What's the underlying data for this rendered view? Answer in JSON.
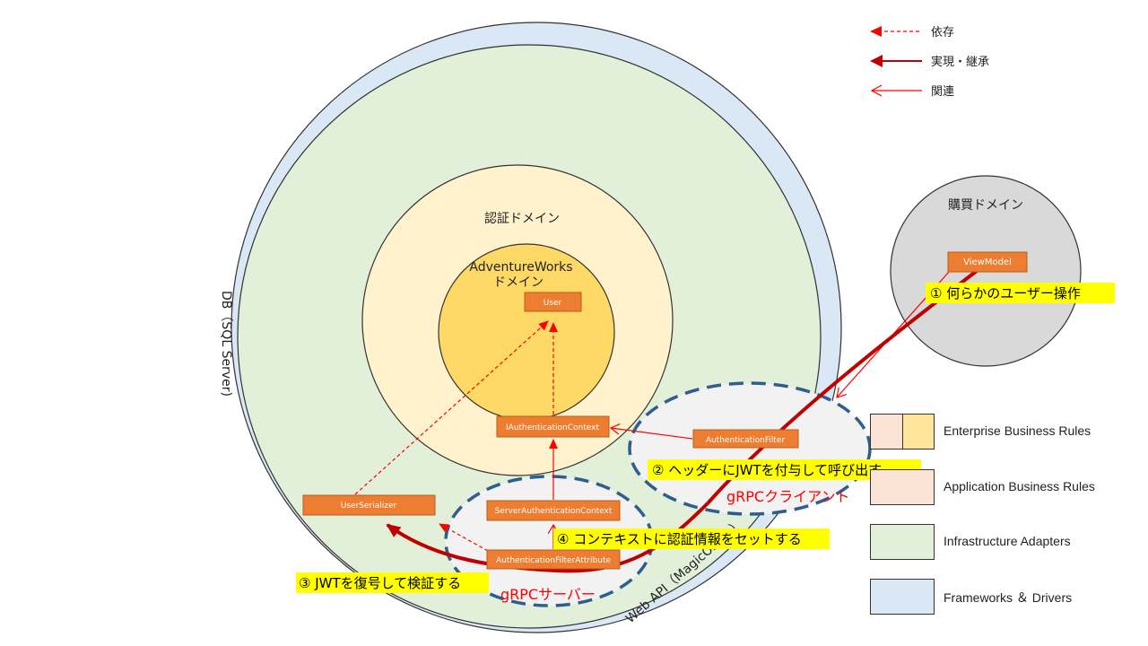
{
  "legend_top": {
    "dependency": "依存",
    "realization": "実現・継承",
    "association": "関連"
  },
  "layers": {
    "frameworks": "DB（SQL Server)",
    "webapi": "Web API（MagicOnion）"
  },
  "domains": {
    "auth": "認証ドメイン",
    "adventureworks_line1": "AdventureWorks",
    "adventureworks_line2": "ドメイン",
    "purchase": "購買ドメイン"
  },
  "boxes": {
    "user": "User",
    "iauth": "IAuthenticationContext",
    "authfilter": "AuthenticationFilter",
    "serverauth": "ServerAuthenticationContext",
    "authfilterattr": "AuthenticationFilterAttribute",
    "userserializer": "UserSerializer",
    "viewmodel": "ViewModel"
  },
  "zones": {
    "grpc_client": "gRPCクライアント",
    "grpc_server": "gRPCサーバー"
  },
  "steps": {
    "s1": "① 何らかのユーザー操作",
    "s2": "② ヘッダーにJWTを付与して呼び出す",
    "s3": "③ JWTを復号して検証する",
    "s4": "④ コンテキストに認証情報をセットする"
  },
  "legend_layers": {
    "enterprise": "Enterprise Business Rules",
    "application": "Application Business Rules",
    "infrastructure": "Infrastructure Adapters",
    "frameworks": "Frameworks ＆ Drivers"
  },
  "colors": {
    "frameworks_fill": "#dae8f5",
    "infra_fill": "#e2efd9",
    "app_fill": "#fff2cc",
    "enterprise_fill": "#ffd966",
    "box_fill": "#ed7d31",
    "arrow_red": "#ff0000",
    "flow_dark_red": "#c00000",
    "dashed_blue": "#2e5d8e",
    "purchase_fill": "#d9d9d9",
    "highlight": "#ffff00"
  }
}
